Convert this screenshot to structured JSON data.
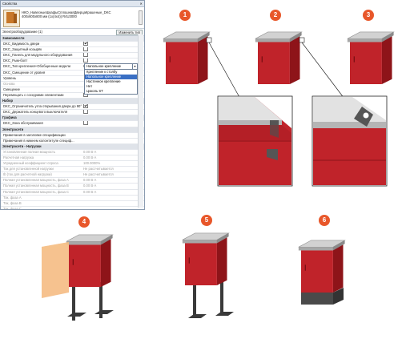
{
  "panel": {
    "title": "Свойства",
    "close_glyph": "✕",
    "type_lines": [
      "НКО_НавесныеШкафыСплошнаяДверцаКрашеные_DKC",
      "400х600х800 мм (1х(4х4)) R4U3000"
    ],
    "selector": "Электрооборудование (1)",
    "edit_type": "Изменить тип",
    "rows": [
      {
        "kind": "grp",
        "label": "Зависимости"
      },
      {
        "label": "DKC_Видимость двери",
        "check": true
      },
      {
        "label": "DKC_Защитный козырёк",
        "check": false
      },
      {
        "label": "DKC_Панель для модульного оборудования",
        "check": false
      },
      {
        "label": "DKC_Рым-болт",
        "check": false
      },
      {
        "label": "DKC_Тип крепления+Обобщенные модели",
        "value": "Напольное крепление"
      },
      {
        "label": "DKC_Смещение от уровня",
        "value": ""
      },
      {
        "label": "Уровень",
        "value": ""
      },
      {
        "label": "Основа",
        "value": "",
        "dim": true
      },
      {
        "label": "Смещение",
        "value": ""
      },
      {
        "label": "Перемещать с соседними элементами",
        "check": false
      },
      {
        "kind": "grp",
        "label": "Набор"
      },
      {
        "label": "DKC_Ограничитель угла открывания двери до 90°",
        "check": true
      },
      {
        "label": "DKC_Держатель концевого выключателя",
        "check": false
      },
      {
        "kind": "grp",
        "label": "Графика"
      },
      {
        "label": "DKC_Зона обслуживания",
        "check": false
      },
      {
        "kind": "grp",
        "label": "Электросети"
      },
      {
        "label": "Примечания в заголовке спецификации",
        "value": ""
      },
      {
        "label": "Примечания в нижнем колонтитуле специф...",
        "value": ""
      },
      {
        "kind": "grp",
        "label": "Электросети - Нагрузки"
      },
      {
        "label": "Установленная полная мощность",
        "value": "0.00 В·А",
        "dim": true
      },
      {
        "label": "Расчетная нагрузка",
        "value": "0.00 В·А",
        "dim": true
      },
      {
        "label": "Усредненный коэффициент спроса",
        "value": "100.0000%",
        "dim": true
      },
      {
        "label": "Ток для установленной нагрузки",
        "value": "Не рассчитывается",
        "dim": true
      },
      {
        "label": "Ib (ток для расчетной нагрузки)",
        "value": "Не рассчитывается",
        "dim": true
      },
      {
        "label": "Полная установленная мощность, фаза A",
        "value": "0.00 В·А",
        "dim": true
      },
      {
        "label": "Полная установленная мощность, фаза B",
        "value": "0.00 В·А",
        "dim": true
      },
      {
        "label": "Полная установленная мощность, фаза C",
        "value": "0.00 В·А",
        "dim": true
      },
      {
        "label": "Ток, фаза A",
        "value": "",
        "dim": true
      },
      {
        "label": "Ток, фаза B",
        "value": "",
        "dim": true
      },
      {
        "label": "Ток, фаза C",
        "value": "",
        "dim": true
      }
    ]
  },
  "dropdown": {
    "current": "Напольное крепление",
    "options": [
      "Крепление к столбу",
      "Напольное крепление",
      "Настенное крепление",
      "Нет",
      "Цоколь ST"
    ],
    "highlighted_index": 1
  },
  "markers": [
    "1",
    "2",
    "3",
    "4",
    "5",
    "6"
  ],
  "colors": {
    "cabinet_front": "#c0232a",
    "cabinet_side": "#8e1419",
    "roof": "#cfcfcf",
    "roof_side": "#9a9a9a",
    "marker": "#e8572a",
    "door_ghost": "#f2a860",
    "stand": "#3a3a3a",
    "plinth": "#4a4a4a"
  }
}
